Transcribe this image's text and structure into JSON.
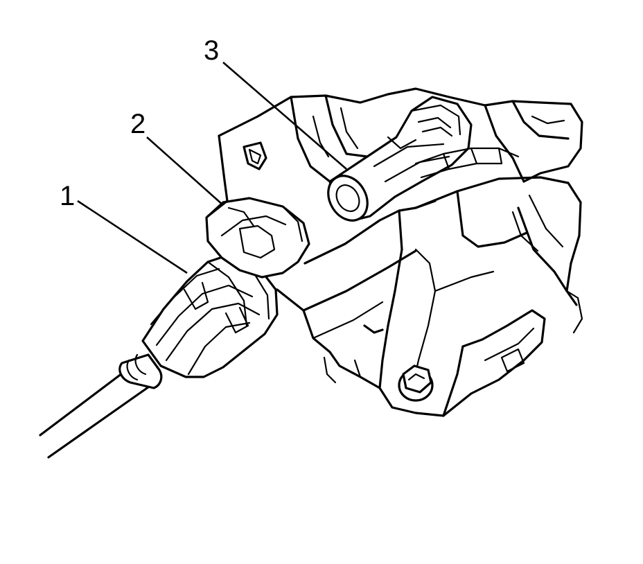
{
  "callouts": [
    {
      "id": 1,
      "label": "1"
    },
    {
      "id": 2,
      "label": "2"
    },
    {
      "id": 3,
      "label": "3"
    }
  ],
  "colors": {
    "line": "#000000",
    "background": "#ffffff"
  }
}
